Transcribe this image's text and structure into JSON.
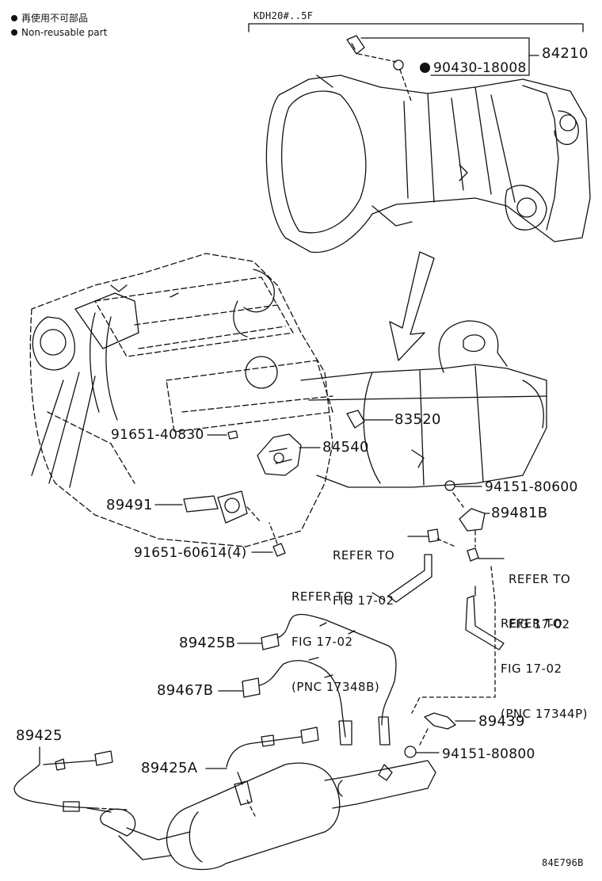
{
  "legend": {
    "non_reusable_jp": "再使用不可部品",
    "non_reusable_en": "Non-reusable part"
  },
  "model_code": "KDH20#..5F",
  "parts": {
    "p84210": "84210",
    "p90430": "90430-18008",
    "p83520": "83520",
    "p91651a": "91651-40830",
    "p84540": "84540",
    "p89491": "89491",
    "p94151a": "94151-80600",
    "p89481b": "89481B",
    "p91651b": "91651-60614(4)",
    "p89425b": "89425B",
    "p89467b": "89467B",
    "p89439": "89439",
    "p89425": "89425",
    "p94151b": "94151-80800",
    "p89425a": "89425A"
  },
  "refs": {
    "r1_line1": "REFER TO",
    "r1_line2": "FIG 17-02",
    "r2_line1": "REFER TO",
    "r2_line2": "FIG 17-02",
    "r2_line3": "(PNC 17348B)",
    "r3_line1": "REFER TO",
    "r3_line2": "FIG 17-02",
    "r4_line1": "REFER TO",
    "r4_line2": "FIG 17-02",
    "r4_line3": "(PNC 17344P)"
  },
  "diagram_id": "84E796B"
}
